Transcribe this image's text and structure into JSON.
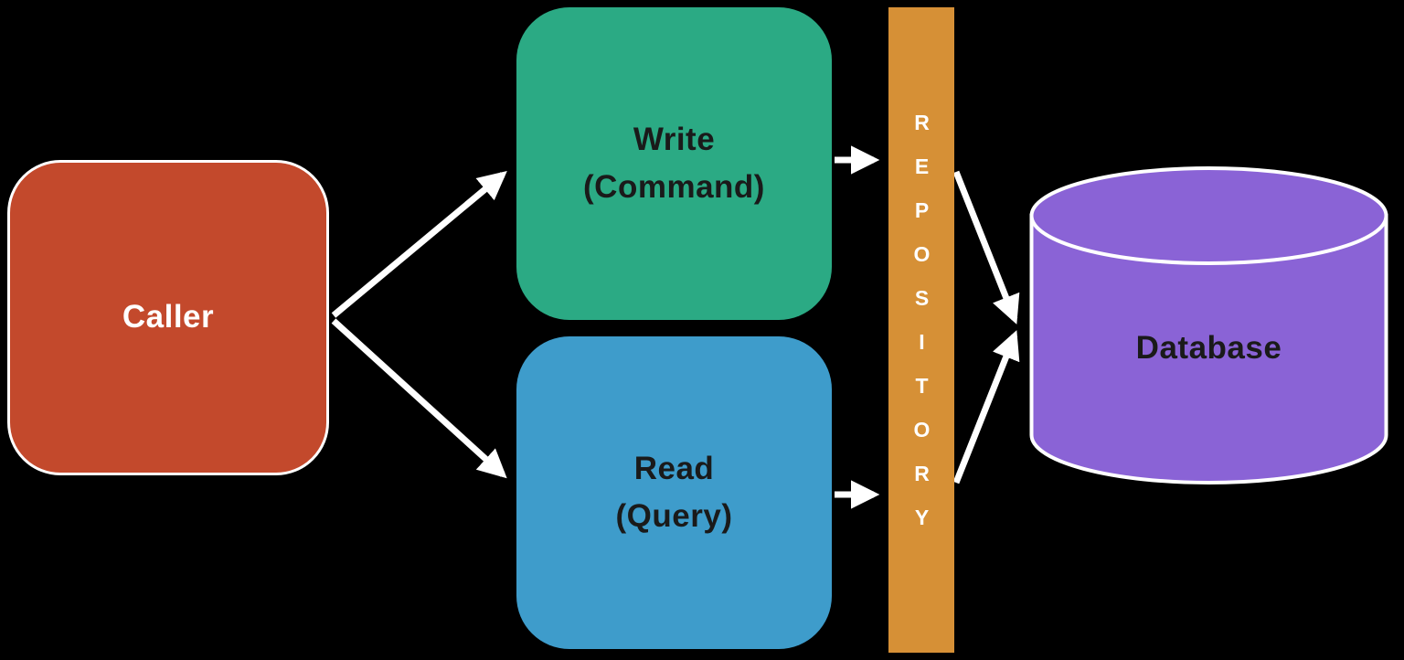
{
  "colors": {
    "bg": "#000000",
    "caller": "#C3492C",
    "write": "#2BAA84",
    "read": "#3E9CCB",
    "repository": "#D69036",
    "database": "#8A63D6",
    "arrow": "#FFFFFF",
    "text-dark": "#1A1A1A",
    "text-light": "#FFFFFF"
  },
  "nodes": {
    "caller": {
      "label": "Caller"
    },
    "write": {
      "line1": "Write",
      "line2": "(Command)"
    },
    "read": {
      "line1": "Read",
      "line2": "(Query)"
    },
    "repository": {
      "label": "REPOSITORY"
    },
    "database": {
      "label": "Database"
    }
  }
}
